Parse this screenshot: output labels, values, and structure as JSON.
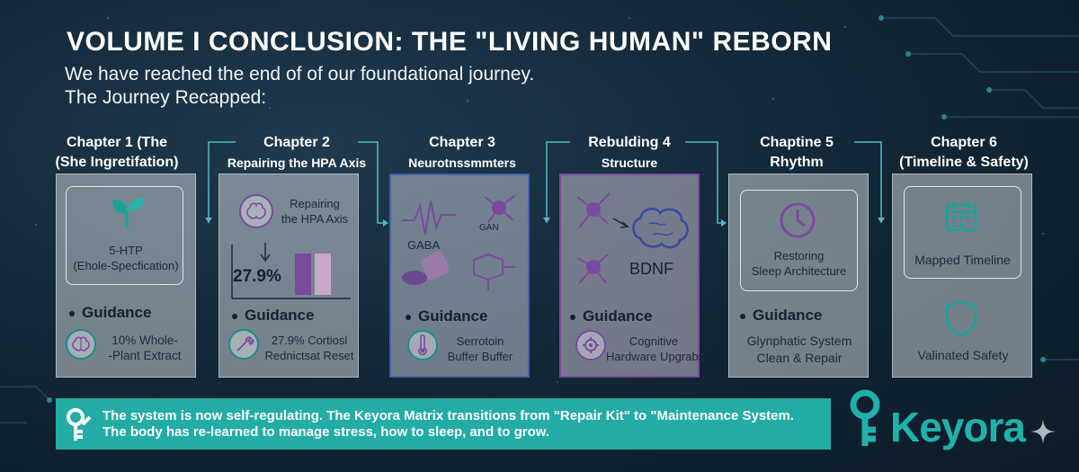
{
  "title": "VOLUME I CONCLUSION: THE \"LIVING HUMAN\" REBORN",
  "subtitle_line1": "We have reached the end of of our foundational journey.",
  "subtitle_line2": "The Journey Recapped:",
  "accent_color": "#23aca6",
  "chapters": [
    {
      "heading": [
        "Chapter 1 (The",
        "(She Ingretifation)"
      ],
      "icon": "sprout-icon",
      "box_lines": [
        "5-HTP",
        "(Ehole-Specfication)"
      ],
      "guidance": "Guidance",
      "guidance_icon": "brain-icon",
      "guidance_lines": [
        "10% Whole-",
        "-Plant Extract"
      ]
    },
    {
      "heading": [
        "Chapter 2",
        "Repairing the HPA Axis"
      ],
      "icon": "brain-icon",
      "box_lines": [
        "Repairing",
        "the HPA Axis"
      ],
      "stat": "27.9%",
      "guidance": "Guidance",
      "guidance_icon": "wrench-icon",
      "guidance_lines": [
        "27.9% Cortiosl",
        "Rednictsat Reset"
      ]
    },
    {
      "heading": [
        "Chapter 3",
        "Neurotnssmmters"
      ],
      "icon": "neuron-icon",
      "labels": [
        "GABA",
        "GAN"
      ],
      "guidance": "Guidance",
      "guidance_icon": "thermometer-icon",
      "guidance_lines": [
        "Serrotoin",
        "Buffer Buffer"
      ]
    },
    {
      "heading": [
        "Rebulding 4",
        "Structure"
      ],
      "icon": "brain-network-icon",
      "labels": [
        "BDNF"
      ],
      "guidance": "Guidance",
      "guidance_icon": "cog-head-icon",
      "guidance_lines": [
        "Cognitive",
        "Hardware Upgrabs"
      ]
    },
    {
      "heading": [
        "Chaptine 5",
        "Rhythm"
      ],
      "icon": "clock-icon",
      "box_lines": [
        "Restoring",
        "Sleep Architecture"
      ],
      "guidance": "Guidance",
      "guidance_lines": [
        "Glynphatic System",
        "Clean & Repair"
      ]
    },
    {
      "heading": [
        "Chapter 6",
        "(Timeline & Safety)"
      ],
      "icon": "calendar-icon",
      "box_lines": [
        "Mapped Timeline"
      ],
      "bottom_icon": "shield-icon",
      "bottom_lines": [
        "Valinated Safety"
      ]
    }
  ],
  "banner": {
    "line1": "The system is now self-regulating. The Keyora Matrix transitions from \"Repair Kit\" to \"Maintenance System.",
    "line2": "The body has re-learned to manage stress, how to sleep, and to grow."
  },
  "logo": "Keyora"
}
